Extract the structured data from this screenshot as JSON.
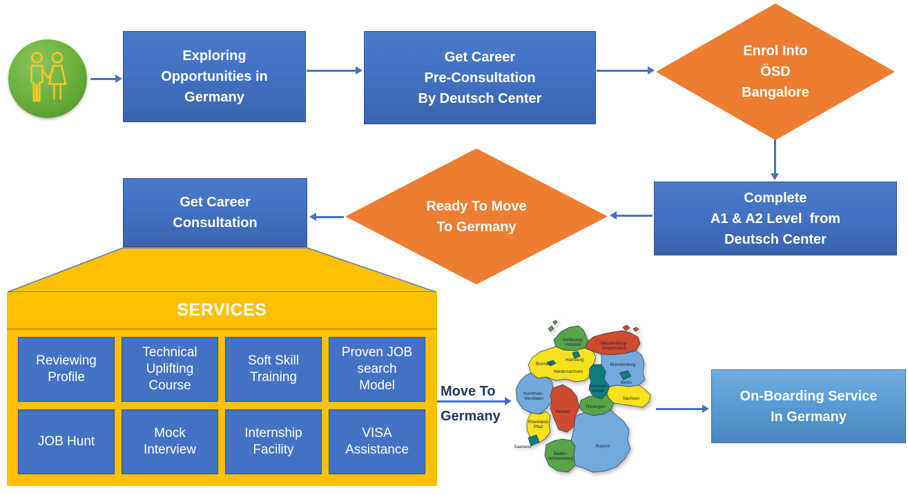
{
  "diagram": {
    "start": {
      "icon": "couple-icon"
    },
    "nodes": [
      {
        "id": "explore",
        "shape": "rect",
        "text": "Exploring\nOpportunities in\nGermany"
      },
      {
        "id": "pre-consultation",
        "shape": "rect",
        "text": "Get Career\nPre-Consultation\nBy Deutsch Center"
      },
      {
        "id": "enrol-osd",
        "shape": "diamond",
        "text": "Enrol Into\nÖSD\nBangalore"
      },
      {
        "id": "complete-levels",
        "shape": "rect",
        "text": "Complete\nA1 & A2 Level  from\nDeutsch Center"
      },
      {
        "id": "ready-to-move",
        "shape": "diamond",
        "text": "Ready To Move\nTo Germany"
      },
      {
        "id": "career-consultation",
        "shape": "rect",
        "text": "Get Career\nConsultation"
      },
      {
        "id": "onboarding",
        "shape": "rect",
        "text": "On-Boarding Service\nIn Germany"
      }
    ],
    "services": {
      "title": "SERVICES",
      "items": [
        "Reviewing\nProfile",
        "Technical\nUplifting\nCourse",
        "Soft Skill\nTraining",
        "Proven JOB\nsearch\nModel",
        "JOB Hunt",
        "Mock\nInterview",
        "Internship\nFacility",
        "VISA\nAssistance"
      ]
    },
    "move_label": "Move To\nGermany",
    "map": {
      "labels": {
        "sh1": "Schleswig-",
        "sh2": "Holstein",
        "mv1": "Mecklenburg-",
        "mv2": "Vorpommern",
        "hh": "Hamburg",
        "hb": "Bremen",
        "ni": "Niedersachsen",
        "bb": "Brandenburg",
        "be": "Berlin",
        "st1": "Sachsen-",
        "st2": "Anhalt",
        "sn": "Sachsen",
        "th": "Thüringen",
        "nw1": "Nordrhein-",
        "nw2": "Westfalen",
        "he": "Hessen",
        "rp1": "Rheinland-",
        "rp2": "Pfalz",
        "sl": "Saarland",
        "bw1": "Baden-",
        "bw2": "Württemberg",
        "by": "Bayern"
      },
      "states": [
        {
          "name": "Schleswig-Holstein",
          "color": "#5ba348"
        },
        {
          "name": "Mecklenburg-Vorpommern",
          "color": "#cf4a2e"
        },
        {
          "name": "Hamburg",
          "color": "#107c80"
        },
        {
          "name": "Bremen",
          "color": "#107c80"
        },
        {
          "name": "Niedersachsen",
          "color": "#f6e21d"
        },
        {
          "name": "Brandenburg",
          "color": "#74a9dc"
        },
        {
          "name": "Berlin",
          "color": "#107c80"
        },
        {
          "name": "Sachsen-Anhalt",
          "color": "#107c80"
        },
        {
          "name": "Sachsen",
          "color": "#f6e21d"
        },
        {
          "name": "Thüringen",
          "color": "#5ba348"
        },
        {
          "name": "Nordrhein-Westfalen",
          "color": "#74a9dc"
        },
        {
          "name": "Hessen",
          "color": "#cf4a2e"
        },
        {
          "name": "Rheinland-Pfalz",
          "color": "#f6e21d"
        },
        {
          "name": "Saarland",
          "color": "#107c80"
        },
        {
          "name": "Baden-Württemberg",
          "color": "#5ba348"
        },
        {
          "name": "Bayern",
          "color": "#74a9dc"
        }
      ]
    },
    "colors": {
      "box_blue": "#4472c4",
      "box_border": "#2f528f",
      "diamond_orange": "#ed7d31",
      "services_yellow": "#ffc000",
      "services_divider": "#dd9c00",
      "arrow_blue": "#4472c4",
      "onboarding_blue": "#5b9bd5",
      "start_green": "#6fb23f",
      "icon_gold": "#ffc425",
      "move_label_navy": "#1f3864"
    }
  }
}
